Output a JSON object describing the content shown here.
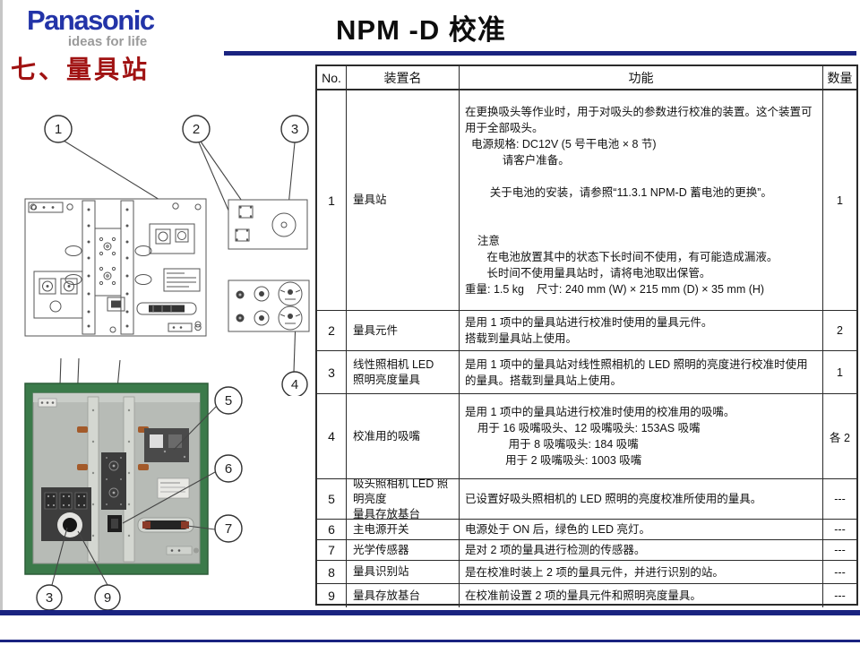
{
  "header": {
    "brand": "Panasonic",
    "tagline": "ideas for life",
    "title": "NPM -D 校准",
    "section_title": "七、量具站",
    "brand_color": "#2334a8",
    "tagline_color": "#9b9b9b",
    "accent_color": "#1a2380",
    "section_color": "#a01212"
  },
  "figures": {
    "diagram_callouts": [
      "1",
      "2",
      "3",
      "4"
    ],
    "photo_callouts": [
      "5",
      "6",
      "7",
      "3",
      "9"
    ],
    "photo_board_color": "#3b7a4a",
    "photo_plate_color": "#b7bbb6"
  },
  "table": {
    "headers": [
      "No.",
      "装置名",
      "功能",
      "数量"
    ],
    "rows": [
      {
        "no": "1",
        "name": "量具站",
        "func": [
          "在更换吸头等作业时，用于对吸头的参数进行校准的装置。这个装置可用于全部吸头。",
          "  电源规格: DC12V (5 号干电池 × 8 节)",
          "            请客户准备。",
          "",
          "        关于电池的安装，请参照“11.3.1 NPM-D 蓄电池的更换”。",
          "",
          "",
          "    注意",
          "       在电池放置其中的状态下长时间不使用，有可能造成漏液。",
          "       长时间不使用量具站时，请将电池取出保管。",
          "重量: 1.5 kg    尺寸: 240 mm (W) × 215 mm (D) × 35 mm (H)"
        ],
        "qty": "1"
      },
      {
        "no": "2",
        "name": "量具元件",
        "func": [
          "是用 1 项中的量具站进行校准时使用的量具元件。",
          "搭载到量具站上使用。"
        ],
        "qty": "2"
      },
      {
        "no": "3",
        "name": "线性照相机 LED\n照明亮度量具",
        "func": [
          "是用 1 项中的量具站对线性照相机的 LED 照明的亮度进行校准时使用的量具。搭载到量具站上使用。"
        ],
        "qty": "1"
      },
      {
        "no": "4",
        "name": "校准用的吸嘴",
        "func": [
          "是用 1 项中的量具站进行校准时使用的校准用的吸嘴。",
          "    用于 16 吸嘴吸头、12 吸嘴吸头: 153AS 吸嘴",
          "              用于 8 吸嘴吸头: 184 吸嘴",
          "             用于 2 吸嘴吸头: 1003 吸嘴"
        ],
        "qty": "各 2"
      },
      {
        "no": "5",
        "name": "吸头照相机 LED 照明亮度\n量具存放基台",
        "func": [
          "已设置好吸头照相机的 LED 照明的亮度校准所使用的量具。"
        ],
        "qty": "---"
      },
      {
        "no": "6",
        "name": "主电源开关",
        "func": [
          "电源处于 ON 后，绿色的 LED 亮灯。"
        ],
        "qty": "---"
      },
      {
        "no": "7",
        "name": "光学传感器",
        "func": [
          "是对 2 项的量具进行检测的传感器。"
        ],
        "qty": "---"
      },
      {
        "no": "8",
        "name": "量具识别站",
        "func": [
          "是在校准时装上 2 项的量具元件，并进行识别的站。"
        ],
        "qty": "---"
      },
      {
        "no": "9",
        "name": "量具存放基台",
        "func": [
          "在校准前设置 2 项的量具元件和照明亮度量具。"
        ],
        "qty": "---"
      }
    ]
  }
}
